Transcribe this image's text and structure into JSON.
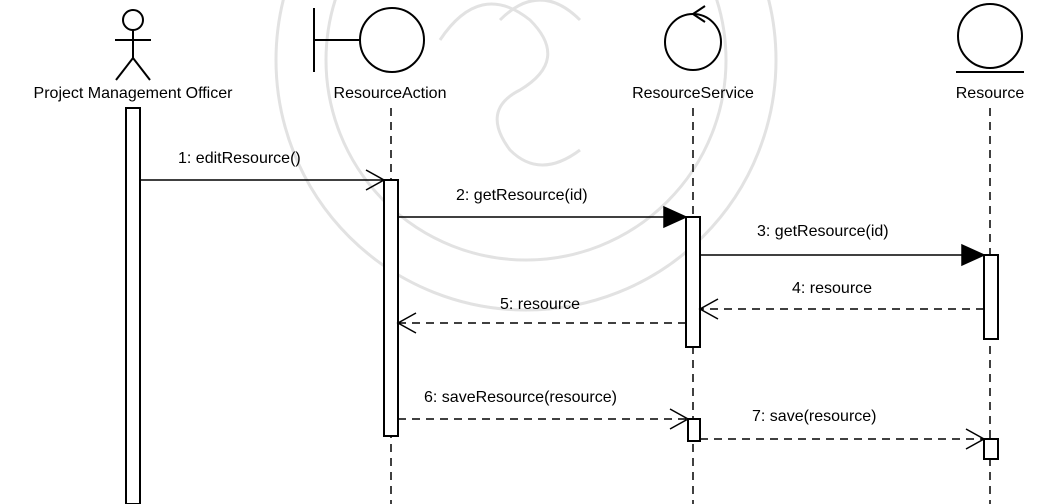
{
  "lifelines": [
    {
      "name": "Project Management Officer",
      "stereotype": "actor"
    },
    {
      "name": "ResourceAction",
      "stereotype": "boundary"
    },
    {
      "name": "ResourceService",
      "stereotype": "control"
    },
    {
      "name": "Resource",
      "stereotype": "entity"
    }
  ],
  "messages": [
    {
      "label": "1: editResource()",
      "type": "async"
    },
    {
      "label": "2: getResource(id)",
      "type": "sync"
    },
    {
      "label": "3: getResource(id)",
      "type": "sync"
    },
    {
      "label": "4: resource",
      "type": "return"
    },
    {
      "label": "5: resource",
      "type": "return"
    },
    {
      "label": "6: saveResource(resource)",
      "type": "return-style"
    },
    {
      "label": "7: save(resource)",
      "type": "return-style"
    }
  ],
  "colors": {
    "line": "#000000",
    "watermark": "#c8c8c8"
  }
}
